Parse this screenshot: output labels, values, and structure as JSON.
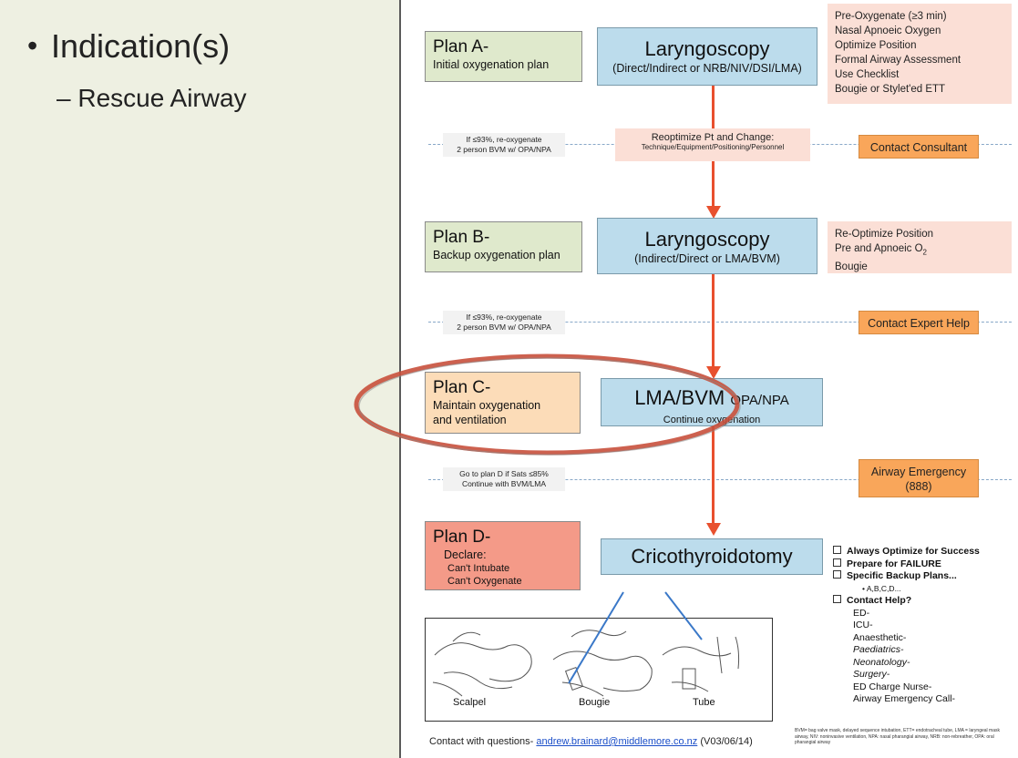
{
  "slide": {
    "bullet": "Indication(s)",
    "sub_bullet": "– Rescue Airway"
  },
  "plan_a": {
    "title": "Plan A-",
    "subtitle": "Initial oxygenation plan"
  },
  "laryngoscopy_a": {
    "title": "Laryngoscopy",
    "subtitle": "(Direct/Indirect or NRB/NIV/DSI/LMA)"
  },
  "prep_list": [
    "Pre-Oxygenate (≥3 min)",
    "Nasal Apnoeic Oxygen",
    "Optimize Position",
    "Formal Airway Assessment",
    "Use Checklist",
    "Bougie or Stylet'ed ETT"
  ],
  "reox_1": {
    "line1": "If ≤93%, re-oxygenate",
    "line2": "2 person BVM w/ OPA/NPA"
  },
  "reoptimize": {
    "line1": "Reoptimize Pt and Change:",
    "line2": "Technique/Equipment/Positioning/Personnel"
  },
  "contact_consultant": "Contact Consultant",
  "plan_b": {
    "title": "Plan B-",
    "subtitle": "Backup oxygenation plan"
  },
  "laryngoscopy_b": {
    "title": "Laryngoscopy",
    "subtitle": "(Indirect/Direct or LMA/BVM)"
  },
  "reopt_list": {
    "item1": "Re-Optimize Position",
    "item2": "Pre and Apnoeic O",
    "item2_sub": "2",
    "item3": "Bougie"
  },
  "reox_2": {
    "line1": "If ≤93%, re-oxygenate",
    "line2": "2 person BVM w/ OPA/NPA"
  },
  "contact_expert": "Contact Expert Help",
  "plan_c": {
    "title": "Plan C-",
    "line1": "Maintain oxygenation",
    "line2": "and ventilation"
  },
  "lma": {
    "title": "LMA/BVM",
    "title_small": "OPA/NPA",
    "subtitle": "Continue oxygenation"
  },
  "goto_d": {
    "line1": "Go to plan D if Sats ≤85%",
    "line2": "Continue with BVM/LMA"
  },
  "airway_emergency": {
    "line1": "Airway Emergency",
    "line2": "(888)"
  },
  "plan_d": {
    "title": "Plan D-",
    "line1": "Declare:",
    "line2": "Can't Intubate",
    "line3": "Can't Oxygenate"
  },
  "crico": "Cricothyroidotomy",
  "checklist": {
    "items": [
      "Always Optimize for Success",
      "Prepare for FAILURE",
      "Specific Backup Plans..."
    ],
    "abcd": "A,B,C,D...",
    "contact_help": "Contact Help?",
    "contacts": [
      "ED-",
      "ICU-",
      "Anaesthetic-"
    ],
    "contacts_italic": [
      "Paediatrics-",
      "Neonatology-",
      "Surgery-"
    ],
    "contacts_end": [
      "ED Charge Nurse-",
      "Airway Emergency Call-"
    ]
  },
  "illustration": {
    "labels": [
      "Scalpel",
      "Bougie",
      "Tube"
    ]
  },
  "footer": {
    "prefix": "Contact with questions-",
    "email": "andrew.brainard@middlemore.co.nz",
    "version": "(V03/06/14)"
  },
  "legend": "BVM= bag valve mask, delayed sequence intubation, ETT= endotracheal tube, LMA = laryngeal mask airway, NIV: noninvasive ventilation, NPA: nasal pharangial airway, NRB: non-rebreather, OPA: oral pharangial airway",
  "colors": {
    "arrow": "#e8502e",
    "highlight_ring": "#c8503c",
    "main_box": "#bcdcec",
    "contact_box": "#f9a65a"
  }
}
